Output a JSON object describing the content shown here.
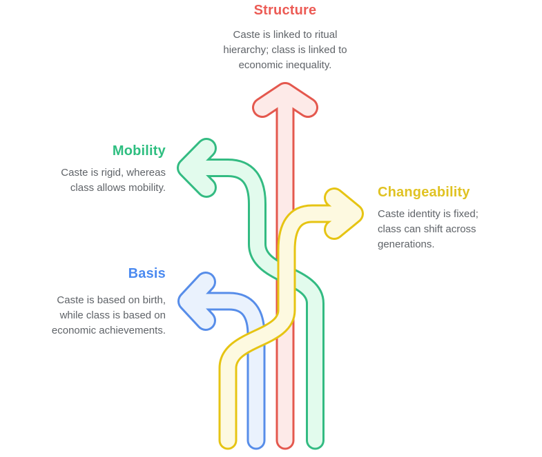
{
  "page": {
    "background": "#ffffff",
    "text_color": "#5f6368"
  },
  "sections": {
    "structure": {
      "title": "Structure",
      "title_color": "#ec5b55",
      "arrow_stroke": "#e4584e",
      "arrow_fill": "#fdeae8",
      "arrow_direction": "up",
      "lines": [
        "Caste is linked to ritual",
        "hierarchy; class is linked to",
        "economic inequality."
      ]
    },
    "mobility": {
      "title": "Mobility",
      "title_color": "#2ebe80",
      "arrow_stroke": "#33bb82",
      "arrow_fill": "#e2fbed",
      "arrow_direction": "left",
      "lines": [
        "Caste is rigid, whereas",
        "class allows mobility."
      ]
    },
    "changeability": {
      "title": "Changeability",
      "title_color": "#e0c222",
      "arrow_stroke": "#e6c413",
      "arrow_fill": "#fdf9e0",
      "arrow_direction": "right",
      "lines": [
        "Caste identity is fixed;",
        "class can shift across",
        "generations."
      ]
    },
    "basis": {
      "title": "Basis",
      "title_color": "#4b8af0",
      "arrow_stroke": "#578de9",
      "arrow_fill": "#eaf2fd",
      "arrow_direction": "left",
      "lines": [
        "Caste is based on birth,",
        "while class is based on",
        "economic achievements."
      ]
    }
  }
}
